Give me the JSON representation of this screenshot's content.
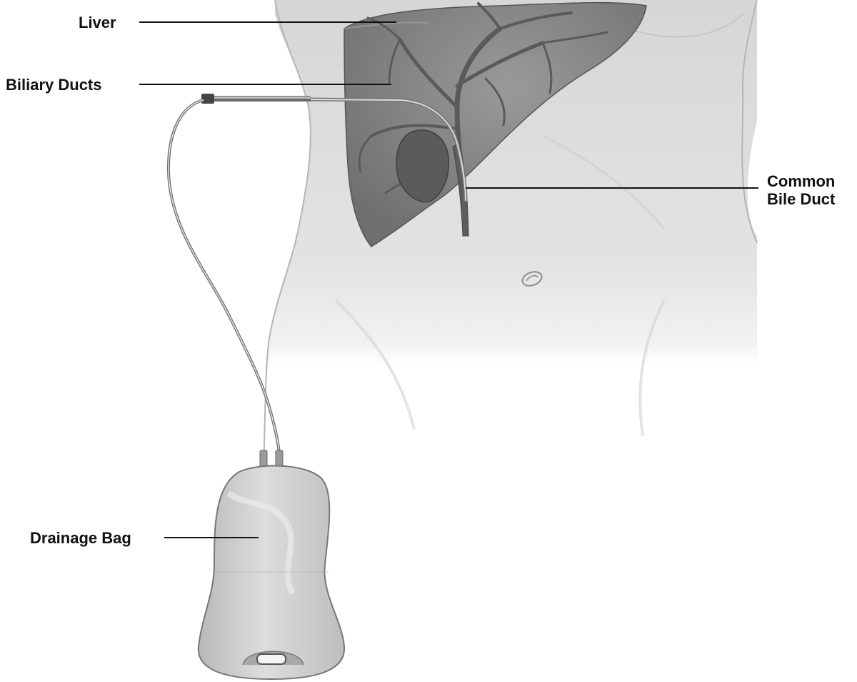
{
  "labels": {
    "liver": "Liver",
    "biliary_ducts": "Biliary Ducts",
    "common_bile_duct_line1": "Common",
    "common_bile_duct_line2": "Bile Duct",
    "drainage_bag": "Drainage Bag"
  },
  "colors": {
    "background": "#ffffff",
    "label_text": "#111111",
    "leader_line": "#111111",
    "body_skin": "#dcdcdc",
    "body_outline": "#a8a8a8",
    "liver": "#8a8a8a",
    "ducts": "#5f5f5f",
    "gallbladder": "#555555",
    "tube": "#7a7a7a",
    "bag": "#c8c8c8"
  }
}
